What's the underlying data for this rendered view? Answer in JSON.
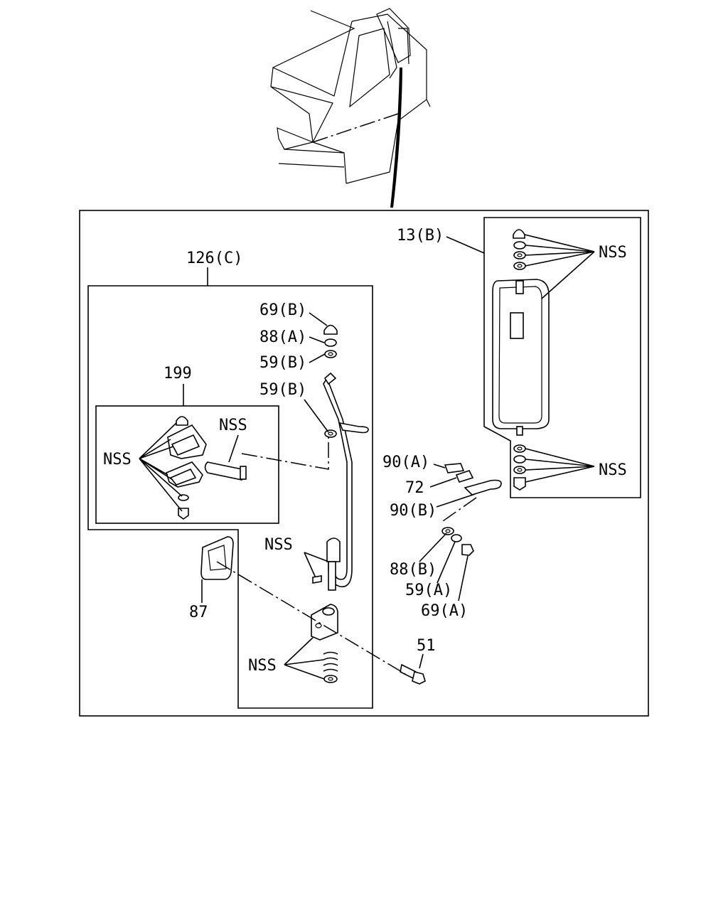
{
  "labels": {
    "l13b": "13(B)",
    "l126c": "126(C)",
    "l69b": "69(B)",
    "l88a": "88(A)",
    "l59b_1": "59(B)",
    "l59b_2": "59(B)",
    "l199": "199",
    "nss_199": "NSS",
    "nss_left": "NSS",
    "nss_top": "NSS",
    "nss_bottom": "NSS",
    "l90a": "90(A)",
    "l72": "72",
    "l90b": "90(B)",
    "l88b": "88(B)",
    "l59a": "59(A)",
    "l69a": "69(A)",
    "nss_rod": "NSS",
    "l87": "87",
    "nss_spring": "NSS",
    "l51": "51"
  }
}
